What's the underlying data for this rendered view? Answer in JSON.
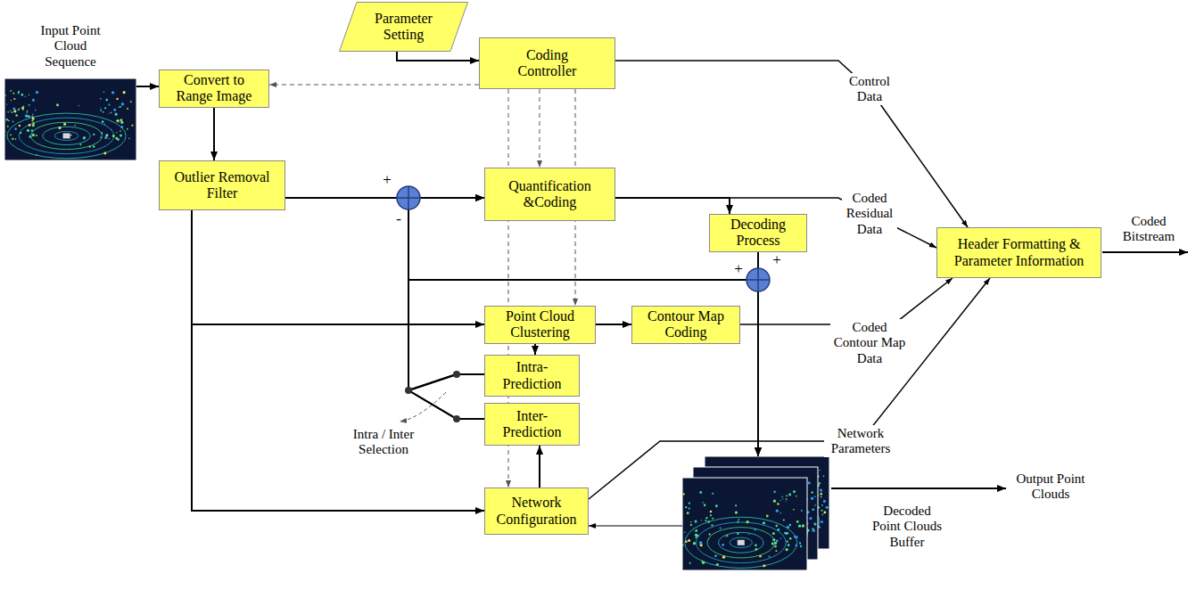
{
  "diagram": {
    "nodes": [
      {
        "text": [
          "Input Point Cloud Sequence"
        ]
      },
      {
        "text": [
          "Parameter Setting"
        ]
      },
      {
        "text": [
          "Convert to Range Image"
        ]
      },
      {
        "text": [
          "Coding Controller"
        ]
      },
      {
        "text": [
          "Outlier Removal Filter"
        ]
      },
      {
        "text": [
          "Quantification &Coding"
        ]
      },
      {
        "text": [
          "Decoding Process"
        ]
      },
      {
        "text": [
          "Point Cloud Clustering"
        ]
      },
      {
        "text": [
          "Contour Map Coding"
        ]
      },
      {
        "text": [
          "Intra-Prediction"
        ]
      },
      {
        "text": [
          "Inter-Prediction"
        ]
      },
      {
        "text": [
          "Network Configuration"
        ]
      },
      {
        "text": [
          "Decoded Point Clouds Buffer"
        ]
      },
      {
        "text": [
          "Header Formatting & Parameter Information"
        ]
      }
    ],
    "edges": [
      {
        "from": 0,
        "to": 2,
        "arrow": "to"
      },
      {
        "from": 1,
        "to": 3,
        "arrow": "to"
      },
      {
        "from": 3,
        "to": 2,
        "arrow": "to"
      },
      {
        "from": 2,
        "to": 4,
        "arrow": "to"
      },
      {
        "from": 4,
        "to": 5,
        "arrow": "to"
      },
      {
        "from": 4,
        "to": 7,
        "arrow": "to"
      },
      {
        "from": 4,
        "to": 11,
        "arrow": "to"
      },
      {
        "from": 3,
        "to": 5,
        "arrow": "to"
      },
      {
        "from": 3,
        "to": 7,
        "arrow": "to"
      },
      {
        "from": 3,
        "to": 11,
        "arrow": "to"
      },
      {
        "from": 3,
        "to": 13,
        "label": "Control Data",
        "arrow": "to"
      },
      {
        "from": 5,
        "to": 6,
        "arrow": "to"
      },
      {
        "from": 5,
        "to": 13,
        "label": "Coded Residual Data",
        "arrow": "to"
      },
      {
        "from": 6,
        "to": 12,
        "arrow": "to"
      },
      {
        "from": 7,
        "to": 8,
        "arrow": "to"
      },
      {
        "from": 7,
        "to": 9,
        "arrow": "to"
      },
      {
        "from": 8,
        "to": 13,
        "label": "Coded Contour Map Data",
        "arrow": "to"
      },
      {
        "from": 9,
        "to": 5,
        "arrow": "to"
      },
      {
        "from": 10,
        "to": 5,
        "arrow": "to"
      },
      {
        "from": 9,
        "to": 12,
        "arrow": "to"
      },
      {
        "from": 10,
        "to": 12,
        "arrow": "to"
      },
      {
        "from": 11,
        "to": 10,
        "arrow": "to"
      },
      {
        "from": 12,
        "to": 11,
        "arrow": "to"
      },
      {
        "from": 11,
        "to": 13,
        "label": "Network Parameters",
        "arrow": "to"
      }
    ],
    "labels": [
      "Coded Bitstream",
      "+",
      "-",
      "+",
      "+",
      "Intra / Inter Selection",
      "Output Point Clouds"
    ]
  }
}
